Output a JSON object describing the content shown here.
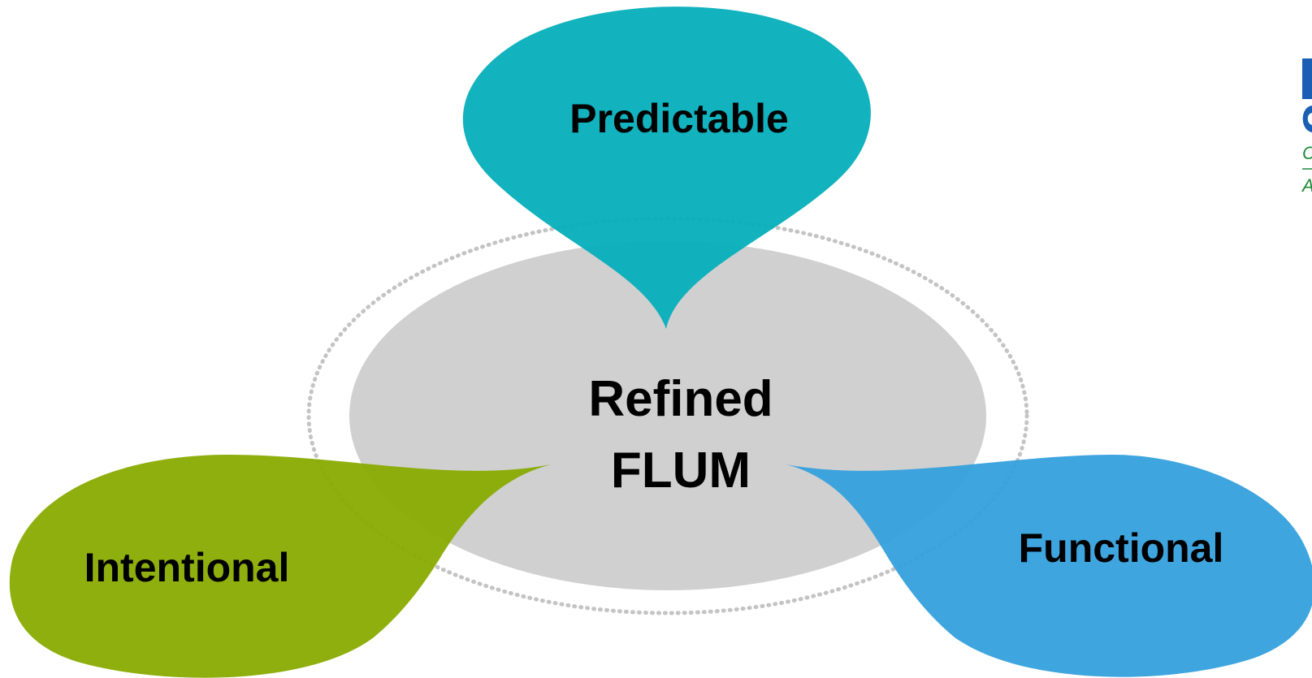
{
  "diagram": {
    "center": {
      "line1": "Refined",
      "line2": "FLUM"
    },
    "petals": {
      "top": {
        "label": "Predictable"
      },
      "left": {
        "label": "Intentional"
      },
      "right": {
        "label": "Functional"
      }
    }
  },
  "colors": {
    "center_fill": "#d0d0d0",
    "dotted_ring": "#c4c4c4",
    "predictable": "#05aebb",
    "intentional": "#88ab00",
    "functional": "#35a0dd",
    "logo_blue": "#1a5fb4",
    "logo_green": "#1f8a3a"
  },
  "logo": {
    "text_line1": "C",
    "text_line2": "A"
  }
}
